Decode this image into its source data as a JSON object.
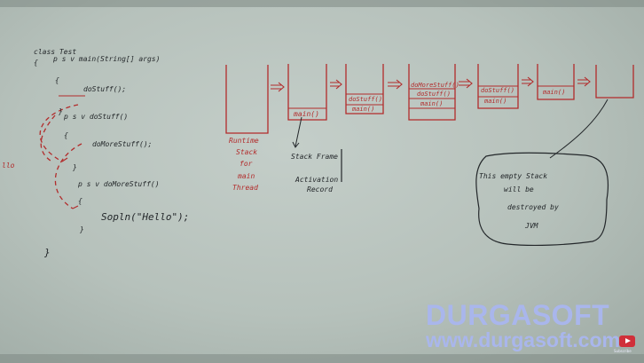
{
  "code": {
    "class_decl": "class  Test",
    "open_brace": "{",
    "main_sig": "p   s   v   main(String[] args)",
    "main_open": "{",
    "call_dostuff": "doStuff();",
    "main_close": "}",
    "dostuff_sig": "p   s   v   doStuff()",
    "dostuff_open": "{",
    "call_domore": "doMoreStuff();",
    "dostuff_close": "}",
    "domore_sig": "p   s   v   doMoreStuff()",
    "domore_open": "{",
    "sopln": "Sopln(\"Hello\");",
    "domore_close": "}",
    "class_close": "}"
  },
  "left_edge_fragment": "llo",
  "stack": {
    "caption_lines": [
      "Runtime",
      "Stack",
      "for",
      "main",
      "Thread"
    ],
    "frames": {
      "s2": [
        "main()"
      ],
      "s3": [
        "doStuff()",
        "main()"
      ],
      "s4": [
        "doMoreStuff()",
        "doStuff()",
        "main()"
      ],
      "s5": [
        "doStuff()",
        "main()"
      ],
      "s6": [
        "main()"
      ]
    }
  },
  "labels": {
    "stack_frame": "Stack Frame",
    "activation_record": "Activation",
    "activation_record_2": "Record"
  },
  "note": {
    "lines": [
      "This empty Stack",
      "will be",
      "destroyed by",
      "JVM"
    ]
  },
  "watermark": {
    "brand": "DURGASOFT",
    "url": "www.durgasoft.com",
    "subscribe": "Subscribe"
  },
  "colors": {
    "board": "#bcc6c1",
    "ink_black": "#23272a",
    "ink_red": "#b22b2b",
    "watermark": "#a9b6ec"
  }
}
